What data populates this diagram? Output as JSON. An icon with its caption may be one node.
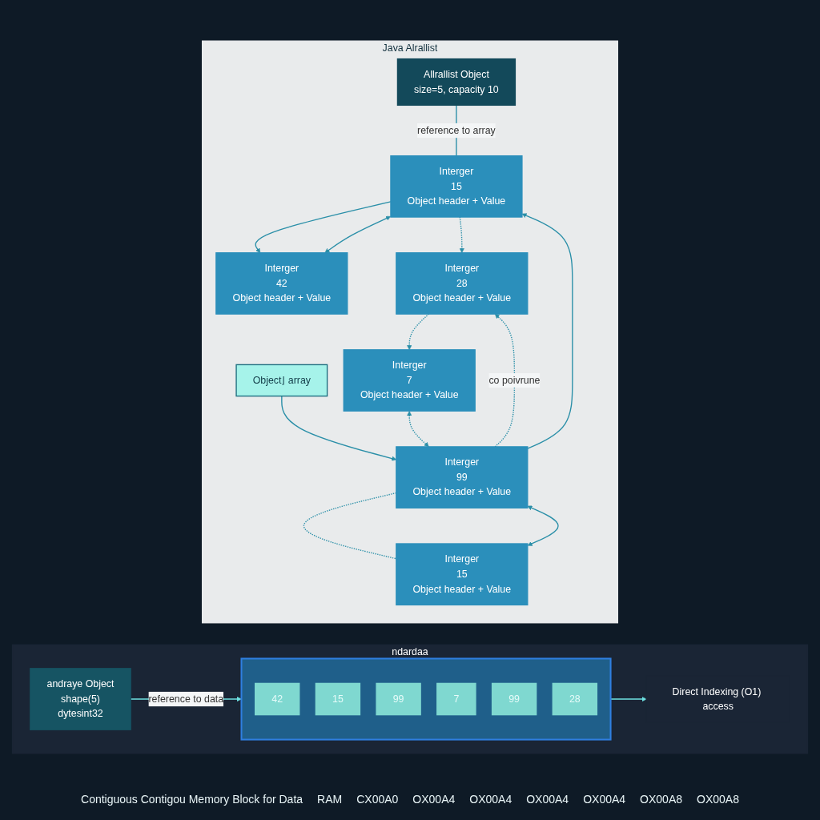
{
  "diagram": {
    "nodes": [
      {
        "text": [
          "Java Alrallist"
        ]
      },
      {
        "text": [
          "Allrallist Object",
          "size=5, capacity 10"
        ],
        "in": 0
      },
      {
        "text": [
          "Object⌋ array"
        ],
        "in": 0
      },
      {
        "text": [
          "Interger",
          "42",
          "Object header + Value"
        ],
        "in": 0
      },
      {
        "text": [
          "Interger",
          "15",
          "Object header + Value"
        ],
        "in": 0
      },
      {
        "text": [
          "Interger",
          "28",
          "Object header + Value"
        ],
        "in": 0
      },
      {
        "text": [
          "Interger",
          "99",
          "Object header + Value"
        ],
        "in": 0
      },
      {
        "text": [
          "Interger",
          "15",
          "Object header + Value"
        ],
        "in": 0
      },
      {
        "text": [
          "Interger",
          "7",
          "Object header + Value"
        ],
        "in": 0
      },
      {
        "text": [
          "ndardaa"
        ]
      },
      {
        "text": [
          "andraye Object",
          "shape(5)",
          "dytesint32"
        ],
        "in": 9
      },
      {
        "text": [],
        "shape": "box",
        "in": 9
      },
      {
        "text": [
          "42"
        ],
        "in": 11
      },
      {
        "text": [
          "15"
        ],
        "in": 11
      },
      {
        "text": [
          "99"
        ],
        "in": 11
      },
      {
        "text": [
          "7"
        ],
        "in": 11
      },
      {
        "text": [
          "99"
        ],
        "in": 11
      },
      {
        "text": [
          "28"
        ],
        "in": 11
      },
      {
        "text": [
          "Direct Indexing (O1) access"
        ],
        "in": 9
      }
    ],
    "edges": [
      {
        "from": 1,
        "to": 4,
        "arrow": "none",
        "label": "reference to array"
      },
      {
        "from": 2,
        "to": 6,
        "arrow": "to"
      },
      {
        "from": 6,
        "to": 4,
        "arrow": "to"
      },
      {
        "from": 4,
        "to": 3,
        "arrow": "to"
      },
      {
        "from": 4,
        "to": 3,
        "arrow": "both"
      },
      {
        "from": 4,
        "to": 5,
        "arrow": "to",
        "style": "dashed"
      },
      {
        "from": 6,
        "to": 5,
        "arrow": "to",
        "style": "dashed",
        "label": "co poivrune"
      },
      {
        "from": 7,
        "to": 6,
        "arrow": "both"
      },
      {
        "from": 6,
        "to": 7,
        "arrow": "none",
        "style": "dashed"
      },
      {
        "from": 5,
        "to": 8,
        "arrow": "to",
        "style": "dashed"
      },
      {
        "from": 8,
        "to": 6,
        "arrow": "both",
        "style": "dashed"
      },
      {
        "from": 10,
        "to": 11,
        "arrow": "to",
        "label": "reference to data",
        "color": "#6fe3e3"
      },
      {
        "from": 11,
        "to": 18,
        "arrow": "to",
        "color": "#6fe3e3"
      }
    ],
    "labels": [
      "Contiguous Contigou Memory Block for Data",
      "RAM",
      "CX00A0",
      "OX00A4",
      "OX00A4",
      "OX00A4",
      "OX00A4",
      "OX00A8",
      "OX00A8"
    ]
  }
}
